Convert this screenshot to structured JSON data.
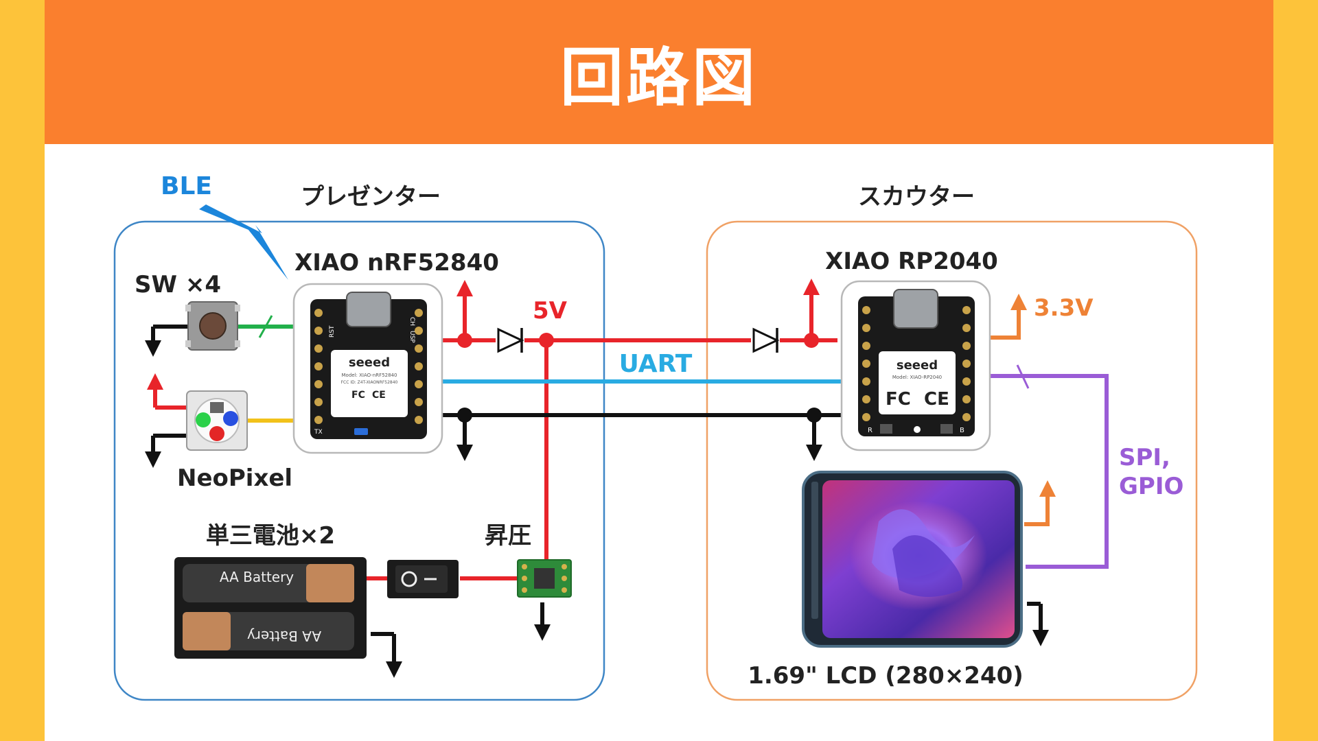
{
  "title": "回路図",
  "colors": {
    "background_frame": "#FDC33A",
    "banner": "#FA7F2E",
    "presenter_border": "#3E86C6",
    "scouter_border": "#F0A165",
    "power_5v": "#E8242A",
    "uart": "#29ABE2",
    "ground": "#111111",
    "power_3v3": "#EE8236",
    "spi": "#9A5CD6",
    "switch_wire": "#22B04B",
    "neopixel_wire": "#F2C21A",
    "ble": "#1C86DB"
  },
  "labels": {
    "ble": "BLE",
    "presenter": "プレゼンター",
    "scouter": "スカウター",
    "xiao_nrf": "XIAO nRF52840",
    "xiao_rp": "XIAO RP2040",
    "sw": "SW ×4",
    "neopixel": "NeoPixel",
    "battery": "単三電池×2",
    "booster": "昇圧",
    "v5": "5V",
    "uart": "UART",
    "v33": "3.3V",
    "spi_line1": "SPI,",
    "spi_line2": "GPIO",
    "lcd": "1.69\" LCD (280×240)"
  },
  "parts": {
    "battery_top": "AA Battery",
    "battery_bottom": "AA Battery",
    "seeed_logo": "seeed",
    "nrf_model": "Model: XIAO-nRF52840",
    "nrf_fcc": "FCC ID: Z4T-XIAONRF52840",
    "rp_model": "Model: XIAO-RP2040",
    "pin_rst": "RST",
    "pin_ch": "CH",
    "pin_usp": "USP",
    "pin_tx": "TX",
    "pin_r": "R",
    "pin_b": "B",
    "fc_mark": "FC",
    "ce_mark": "CE"
  }
}
